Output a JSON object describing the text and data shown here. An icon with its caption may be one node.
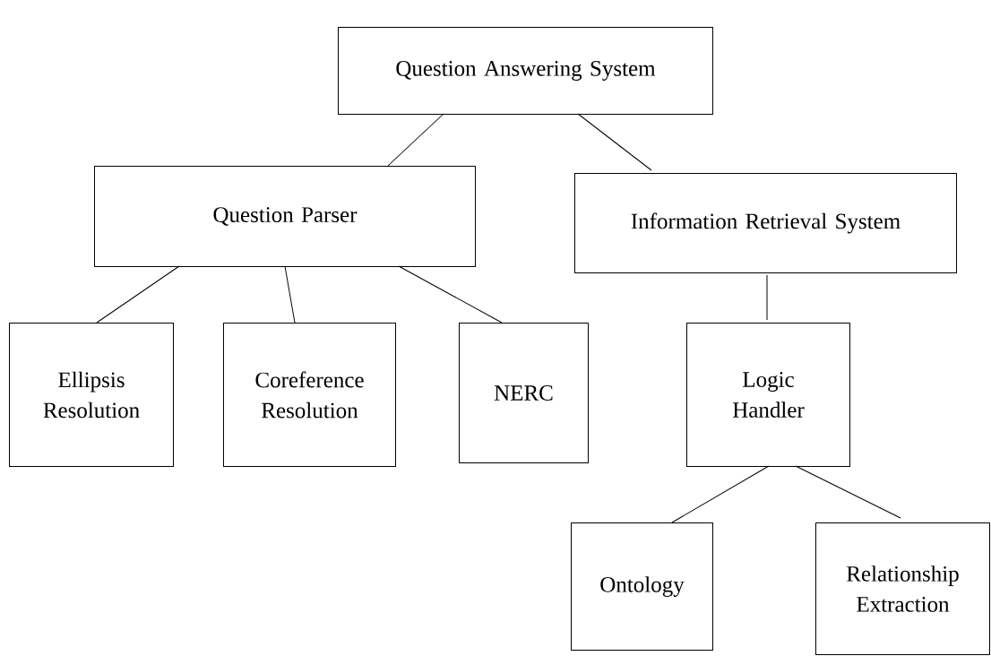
{
  "diagram": {
    "nodes": [
      {
        "text": [
          "Question Answering System"
        ]
      },
      {
        "text": [
          "Question Parser"
        ]
      },
      {
        "text": [
          "Information Retrieval System"
        ]
      },
      {
        "text": [
          "Ellipsis Resolution"
        ]
      },
      {
        "text": [
          "Coreference Resolution"
        ]
      },
      {
        "text": [
          "NERC"
        ]
      },
      {
        "text": [
          "Logic Handler"
        ]
      },
      {
        "text": [
          "Ontology"
        ]
      },
      {
        "text": [
          "Relationship Extraction"
        ]
      }
    ],
    "edges": [
      {
        "from": 0,
        "to": 1,
        "arrow": "none"
      },
      {
        "from": 0,
        "to": 2,
        "arrow": "none"
      },
      {
        "from": 1,
        "to": 3,
        "arrow": "none"
      },
      {
        "from": 1,
        "to": 4,
        "arrow": "none"
      },
      {
        "from": 1,
        "to": 5,
        "arrow": "none"
      },
      {
        "from": 2,
        "to": 6,
        "arrow": "none"
      },
      {
        "from": 6,
        "to": 7,
        "arrow": "none"
      },
      {
        "from": 6,
        "to": 8,
        "arrow": "none"
      }
    ]
  }
}
